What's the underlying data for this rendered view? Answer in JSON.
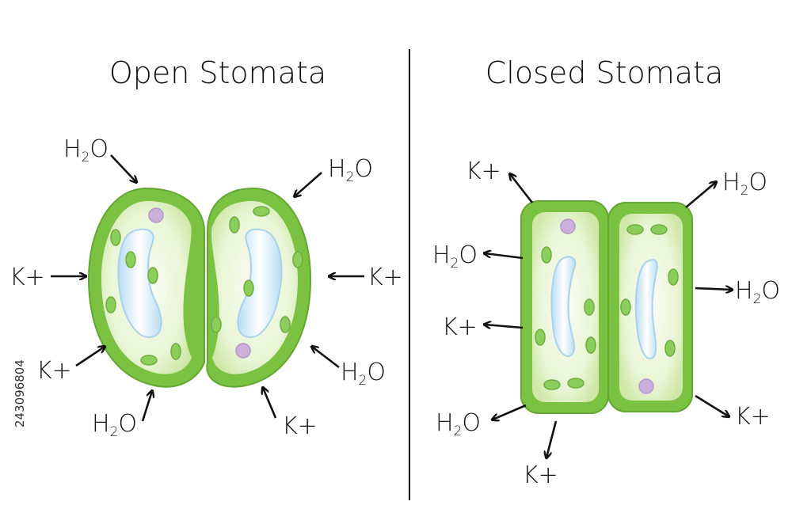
{
  "titles": {
    "open": "Open Stomata",
    "closed": "Closed Stomata"
  },
  "labels": {
    "water_main": "H",
    "water_sub": "2",
    "water_end": "O",
    "potassium": "K+"
  },
  "watermark": "243096804",
  "colors": {
    "cell_wall": "#7cc242",
    "cell_outline": "#63a632",
    "cytoplasm_center": "#fbfdf4",
    "cytoplasm_edge": "#cfe8a8",
    "vacuole": "#c4e2f4",
    "vacuole_core": "#ffffff",
    "chloroplast": "#8cce5c",
    "nucleus": "#cbb0dc",
    "divider": "#111111"
  }
}
